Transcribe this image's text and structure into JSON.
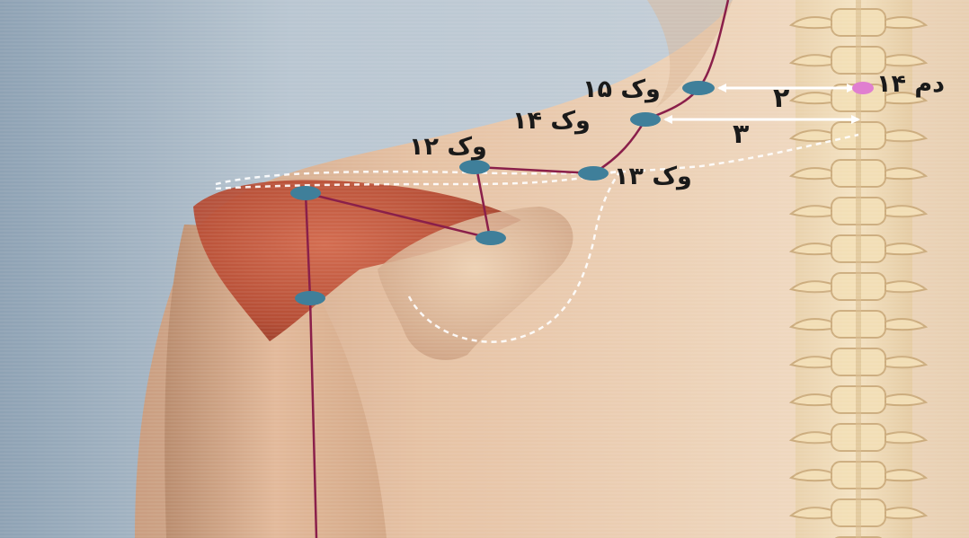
{
  "points": {
    "si15": {
      "label": "وک ۱۵",
      "color": "#3f7f9a"
    },
    "si14": {
      "label": "وک ۱۴",
      "color": "#3f7f9a"
    },
    "si13": {
      "label": "وک ۱۳",
      "color": "#3f7f9a"
    },
    "si12": {
      "label": "وک ۱۲",
      "color": "#3f7f9a"
    },
    "du14": {
      "label": "دم ۱۴",
      "color": "#e07fd0"
    }
  },
  "distances": {
    "top": "۲",
    "bottom": "۳"
  },
  "colors": {
    "meridian": "#8a1f4a",
    "arrow": "#ffffff",
    "muscle": "#b5452e",
    "scapula_outline": "#ffffff",
    "skin": "#e9c6a8",
    "background": "#9fb0bf"
  }
}
